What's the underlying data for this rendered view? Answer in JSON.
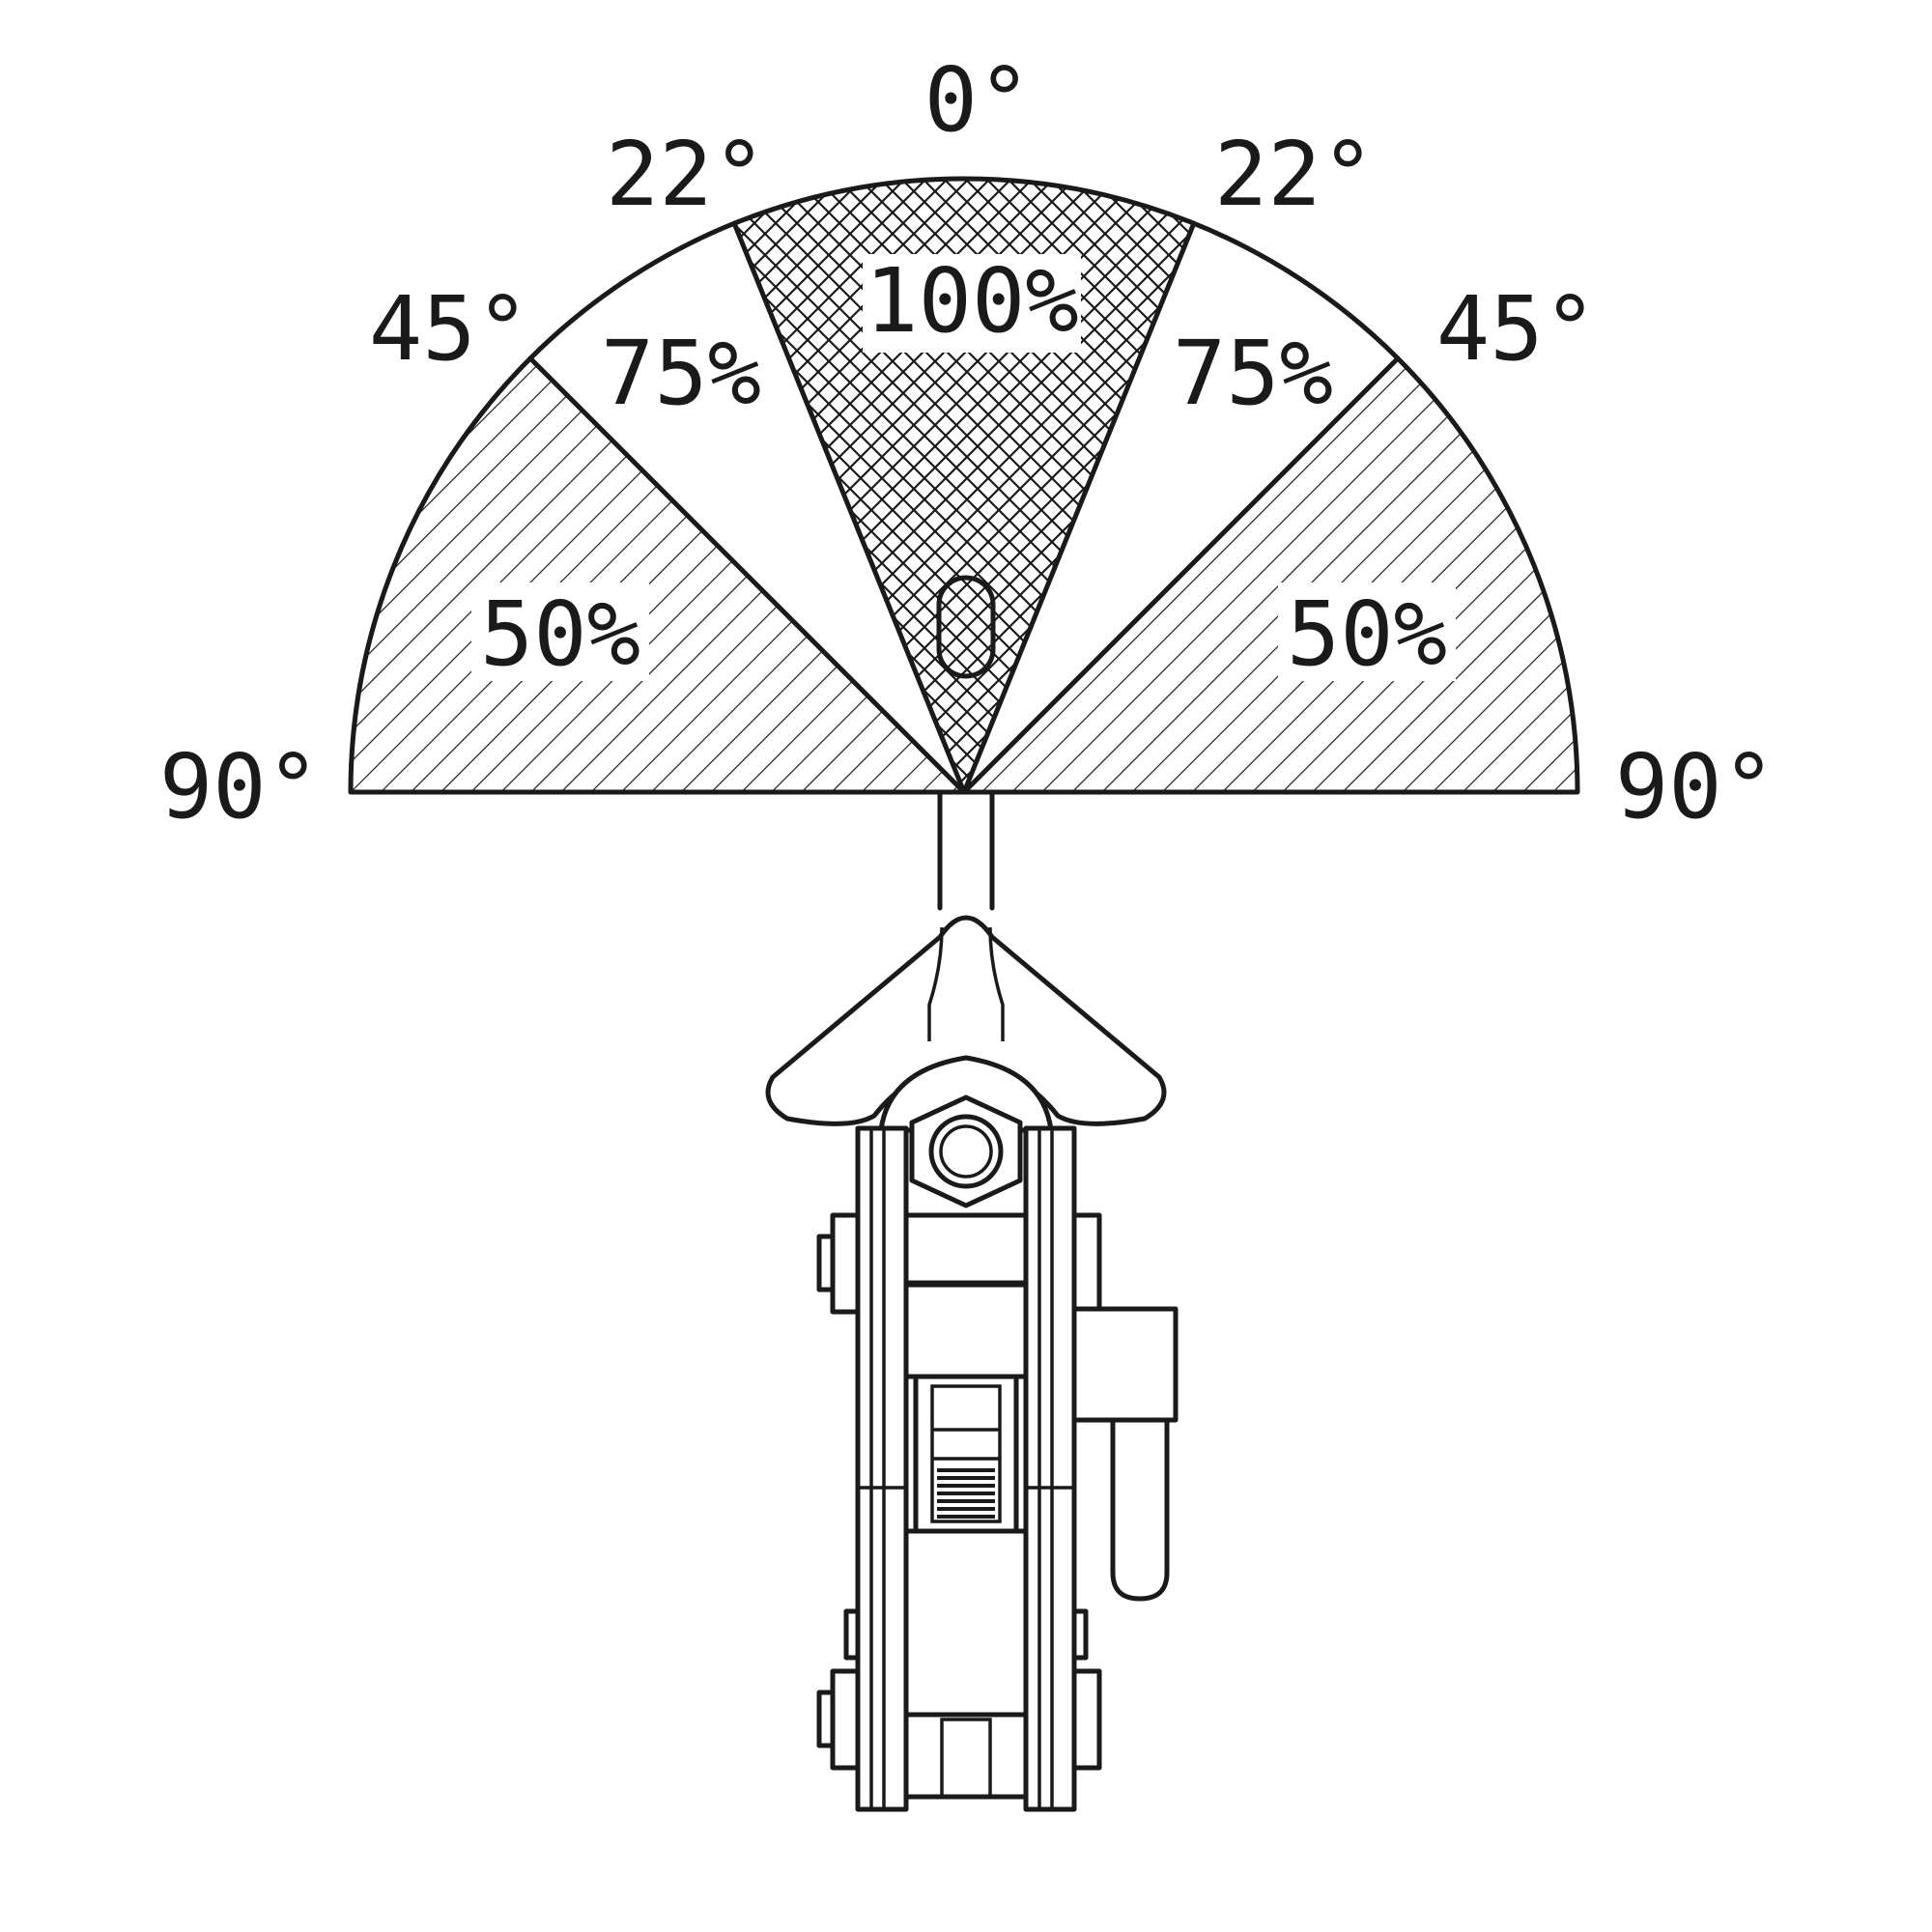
{
  "angle_labels": {
    "top": "0°",
    "upper_left": "22°",
    "upper_right": "22°",
    "mid_left": "45°",
    "mid_right": "45°",
    "base_left": "90°",
    "base_right": "90°"
  },
  "zones": {
    "center": {
      "label": "100%",
      "from_deg": -22,
      "to_deg": 22,
      "pattern": "crosshatch"
    },
    "inner_left": {
      "label": "75%",
      "from_deg": -45,
      "to_deg": -22,
      "pattern": "none"
    },
    "inner_right": {
      "label": "75%",
      "from_deg": 22,
      "to_deg": 45,
      "pattern": "none"
    },
    "outer_left": {
      "label": "50%",
      "from_deg": -90,
      "to_deg": -45,
      "pattern": "diagonal"
    },
    "outer_right": {
      "label": "50%",
      "from_deg": 45,
      "to_deg": 90,
      "pattern": "diagonal"
    }
  },
  "colors": {
    "line": "#1a1a1a",
    "background": "#ffffff"
  },
  "device": {
    "name": "lifting-clamp"
  }
}
